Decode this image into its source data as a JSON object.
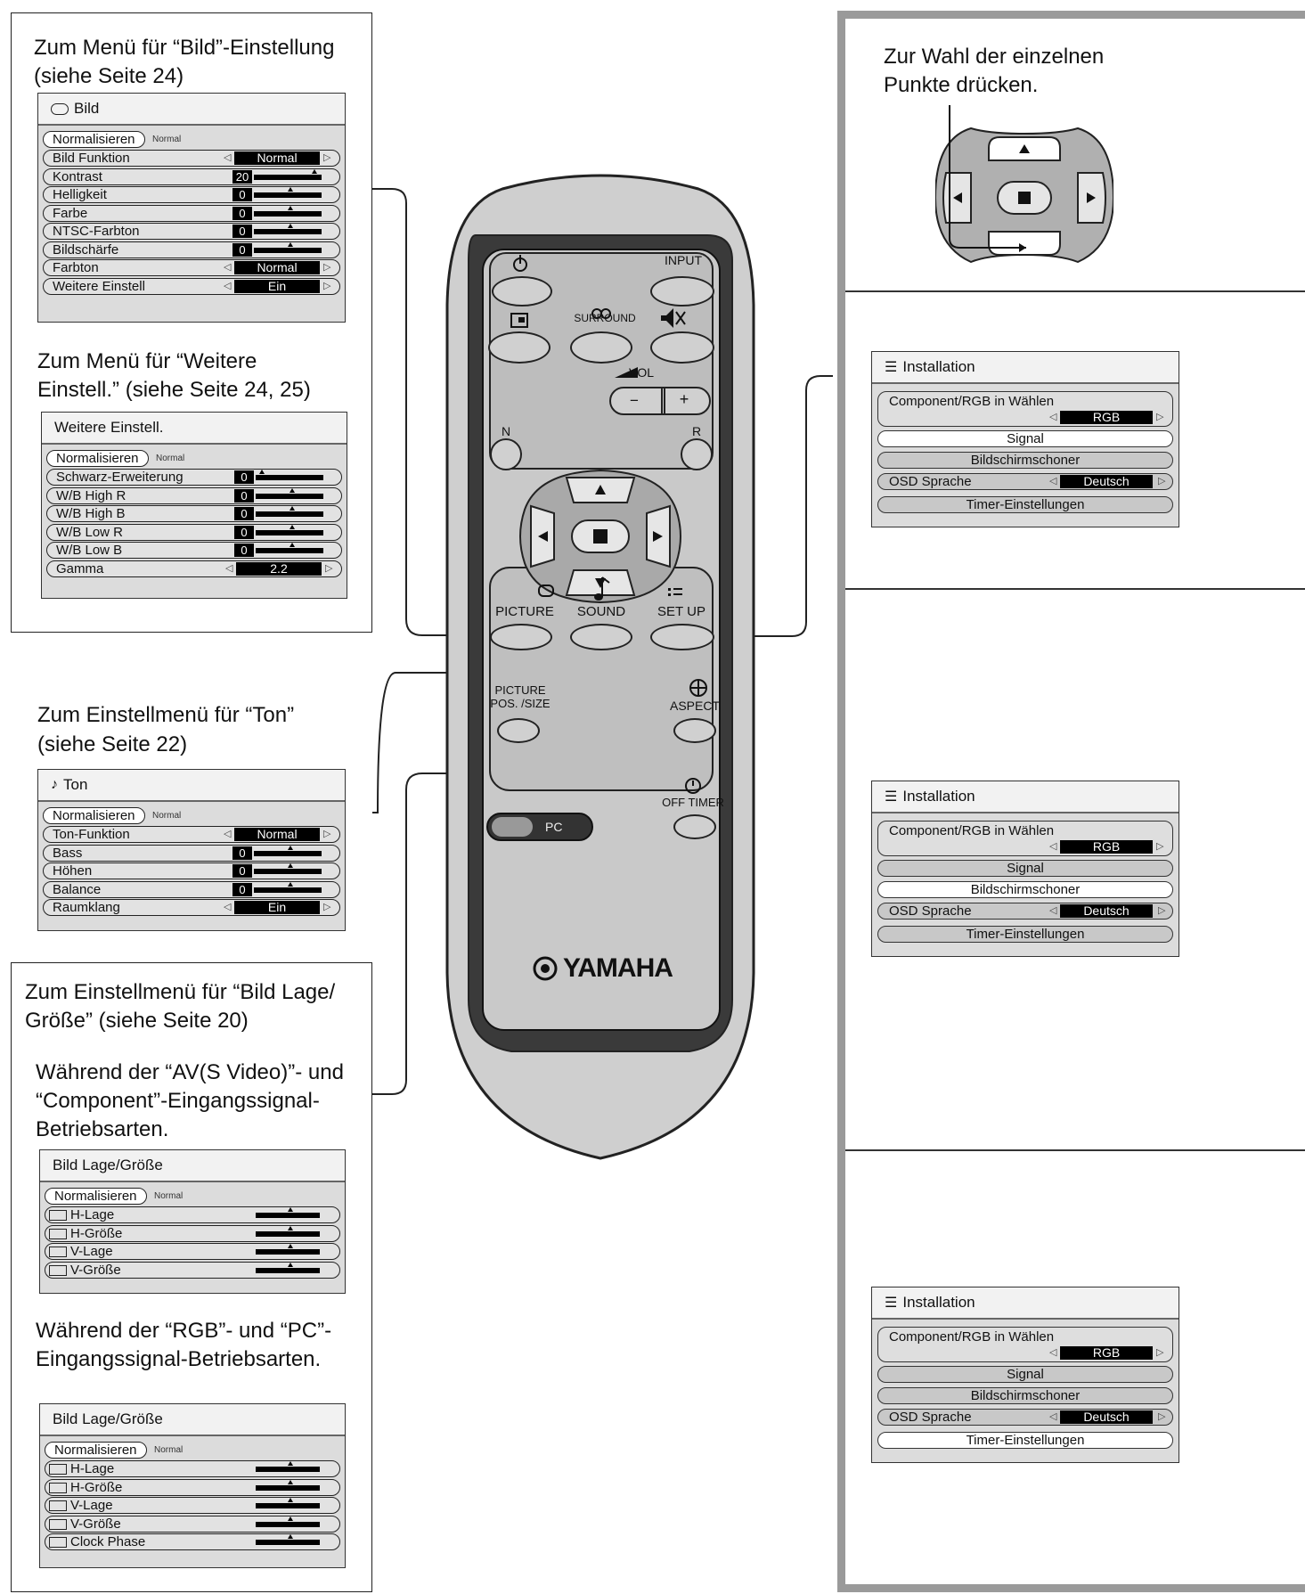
{
  "left": {
    "bild_caption": [
      "Zum Menü für “Bild”-Einstellung",
      "(siehe Seite 24)"
    ],
    "bild_menu": {
      "title": "Bild",
      "normalize": "Normalisieren",
      "normalize_sub": "Normal",
      "rows": [
        {
          "label": "Bild Funktion",
          "value": "Normal"
        },
        {
          "label": "Kontrast",
          "value": "20",
          "level": 0.85
        },
        {
          "label": "Helligkeit",
          "value": "0",
          "level": 0.5
        },
        {
          "label": "Farbe",
          "value": "0",
          "level": 0.5
        },
        {
          "label": "NTSC-Farbton",
          "value": "0",
          "level": 0.5
        },
        {
          "label": "Bildschärfe",
          "value": "0",
          "level": 0.5
        },
        {
          "label": "Farbton",
          "value": "Normal"
        },
        {
          "label": "Weitere Einstell",
          "value": "Ein"
        }
      ]
    },
    "weitere_caption": [
      "Zum Menü für “Weitere",
      "Einstell.” (siehe Seite 24, 25)"
    ],
    "weitere_menu": {
      "title": "Weitere Einstell.",
      "normalize": "Normalisieren",
      "normalize_sub": "Normal",
      "rows": [
        {
          "label": "Schwarz-Erweiterung",
          "value": "0",
          "level": 0.05
        },
        {
          "label": "W/B High R",
          "value": "0",
          "level": 0.5
        },
        {
          "label": "W/B High B",
          "value": "0",
          "level": 0.5
        },
        {
          "label": "W/B Low R",
          "value": "0",
          "level": 0.5
        },
        {
          "label": "W/B Low B",
          "value": "0",
          "level": 0.5
        },
        {
          "label": "Gamma",
          "value": "2.2"
        }
      ]
    },
    "ton_caption": [
      "Zum Einstellmenü für “Ton”",
      "(siehe Seite 22)"
    ],
    "ton_menu": {
      "title": "Ton",
      "normalize": "Normalisieren",
      "normalize_sub": "Normal",
      "rows": [
        {
          "label": "Ton-Funktion",
          "value": "Normal"
        },
        {
          "label": "Bass",
          "value": "0",
          "level": 0.5
        },
        {
          "label": "Höhen",
          "value": "0",
          "level": 0.5
        },
        {
          "label": "Balance",
          "value": "0",
          "level": 0.5
        },
        {
          "label": "Raumklang",
          "value": "Ein"
        }
      ]
    },
    "lage_caption": [
      "Zum Einstellmenü für “Bild Lage/",
      "Größe” (siehe Seite 20)"
    ],
    "av_caption": [
      "Während der “AV(S Video)”- und",
      "“Component”-Eingangssignal-",
      "Betriebsarten."
    ],
    "lage_menu_1": {
      "title": "Bild Lage/Größe",
      "normalize": "Normalisieren",
      "normalize_sub": "Normal",
      "rows": [
        "H-Lage",
        "H-Größe",
        "V-Lage",
        "V-Größe"
      ]
    },
    "rgb_caption": [
      "Während der “RGB”- und “PC”-",
      "Eingangssignal-Betriebsarten."
    ],
    "lage_menu_2": {
      "title": "Bild Lage/Größe",
      "normalize": "Normalisieren",
      "normalize_sub": "Normal",
      "rows": [
        "H-Lage",
        "H-Größe",
        "V-Lage",
        "V-Größe",
        "Clock Phase"
      ]
    }
  },
  "remote": {
    "brand": "YAMAHA",
    "input": "INPUT",
    "surround": "SURROUND",
    "vol": "VOL",
    "vol_minus": "−",
    "vol_plus": "+",
    "n": "N",
    "r": "R",
    "picture": "PICTURE",
    "sound": "SOUND",
    "setup": "SET UP",
    "picture_pos": [
      "PICTURE",
      "POS. /SIZE"
    ],
    "aspect": "ASPECT",
    "off_timer": "OFF TIMER",
    "pc": "PC"
  },
  "right": {
    "select_caption": [
      "Zur Wahl der einzelnen",
      "Punkte drücken."
    ],
    "install_menus": [
      {
        "title": "Installation",
        "component": "Component/RGB in Wählen",
        "component_value": "RGB",
        "signal": "Signal",
        "screensaver": "Bildschirmschoner",
        "osd": "OSD Sprache",
        "osd_value": "Deutsch",
        "timer": "Timer-Einstellungen",
        "highlight": "signal"
      },
      {
        "title": "Installation",
        "component": "Component/RGB in Wählen",
        "component_value": "RGB",
        "signal": "Signal",
        "screensaver": "Bildschirmschoner",
        "osd": "OSD Sprache",
        "osd_value": "Deutsch",
        "timer": "Timer-Einstellungen",
        "highlight": "screensaver"
      },
      {
        "title": "Installation",
        "component": "Component/RGB in Wählen",
        "component_value": "RGB",
        "signal": "Signal",
        "screensaver": "Bildschirmschoner",
        "osd": "OSD Sprache",
        "osd_value": "Deutsch",
        "timer": "Timer-Einstellungen",
        "highlight": "timer"
      }
    ]
  }
}
